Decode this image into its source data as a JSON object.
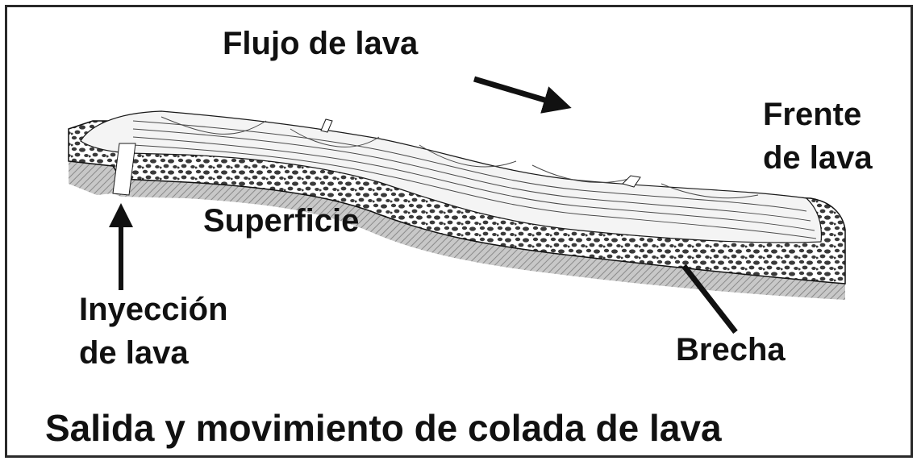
{
  "labels": {
    "flow": "Flujo de lava",
    "front_line1": "Frente",
    "front_line2": "de lava",
    "surface": "Superficie",
    "injection_line1": "Inyección",
    "injection_line2": "de lava",
    "breccia": "Brecha",
    "caption": "Salida y movimiento de colada de lava"
  },
  "colors": {
    "ink": "#111111",
    "ground_hatch": "#9a9a9a",
    "breccia_fill": "#3a3a3a",
    "flow_interior": "#f4f4f4"
  }
}
